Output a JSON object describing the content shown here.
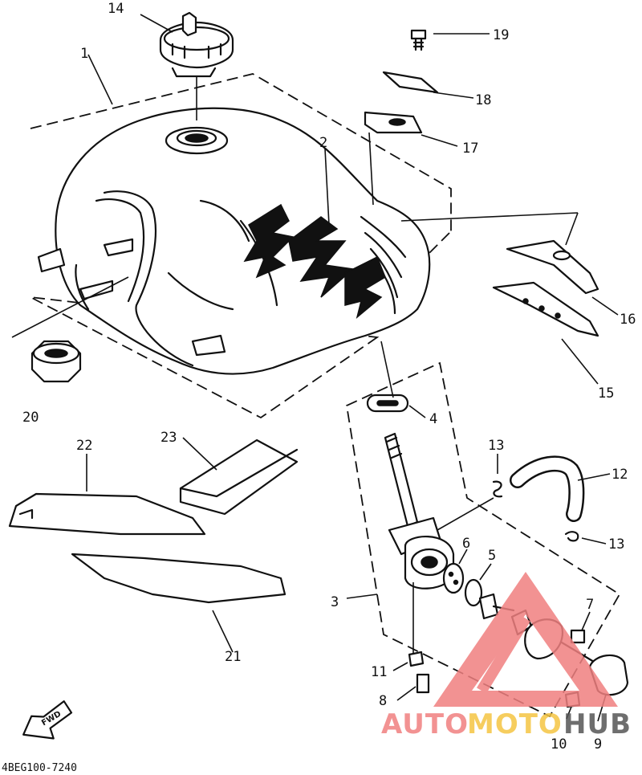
{
  "diagram": {
    "code": "4BEG100-7240",
    "fwd_label": "FWD",
    "callouts": {
      "c1": "1",
      "c2": "2",
      "c3": "3",
      "c4": "4",
      "c5": "5",
      "c6": "6",
      "c7": "7",
      "c8": "8",
      "c9": "9",
      "c10": "10",
      "c11": "11",
      "c12": "12",
      "c13a": "13",
      "c13b": "13",
      "c14": "14",
      "c15": "15",
      "c16": "16",
      "c17": "17",
      "c18": "18",
      "c19": "19",
      "c20": "20",
      "c21": "21",
      "c22": "22",
      "c23": "23"
    }
  },
  "watermark": {
    "part1": "AUTO",
    "part2": "MOTO",
    "part3": "HUB",
    "color_main": "#f08080",
    "color_accent": "#f5c542",
    "color_dark": "#555555"
  }
}
